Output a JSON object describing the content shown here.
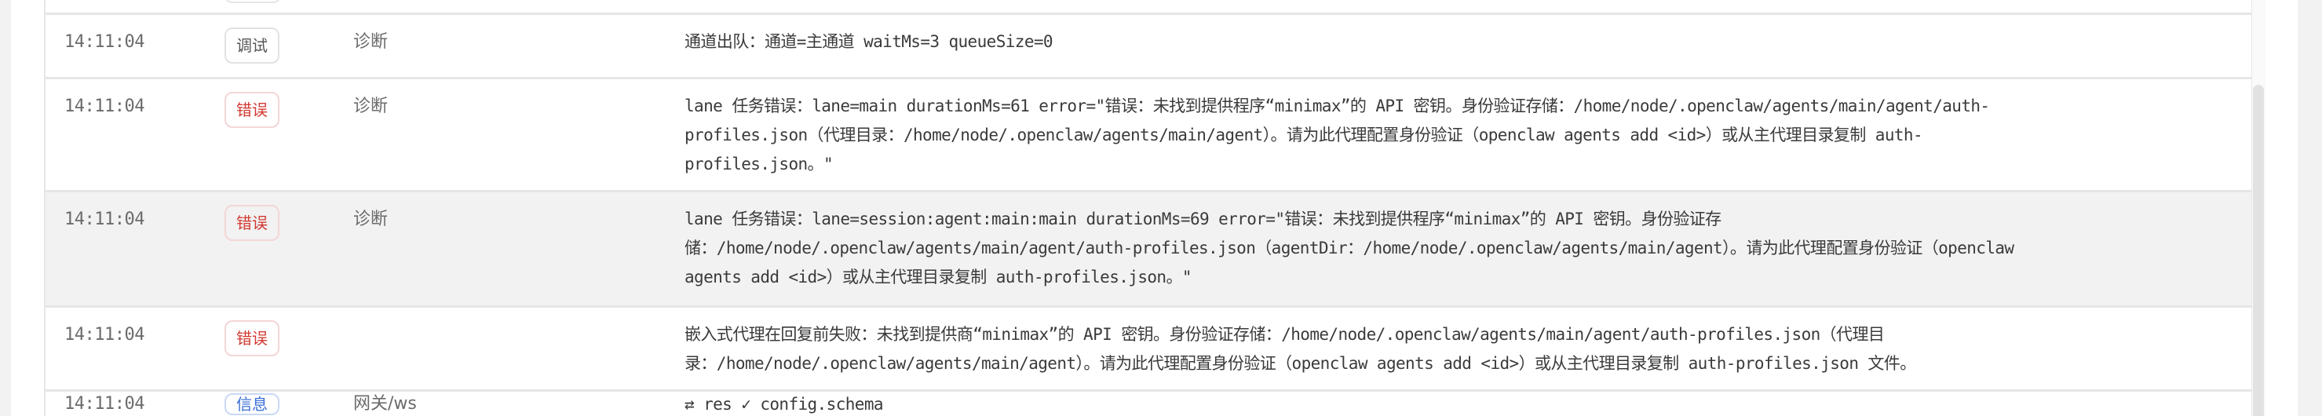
{
  "colors": {
    "error": "#d23a32",
    "debug": "#555555",
    "info": "#3a6fd8",
    "row_alt": "#f2f2f2"
  },
  "logs": [
    {
      "time": "14:11:04",
      "level": "调试",
      "category": "诊断",
      "lines": [
        "通道出队：通道=主通道 waitMs=3 queueSize=0"
      ]
    },
    {
      "time": "14:11:04",
      "level": "错误",
      "category": "诊断",
      "lines": [
        "lane 任务错误：lane=main durationMs=61 error=\"错误：未找到提供程序“minimax”的 API 密钥。身份验证存储：/home/node/.openclaw/agents/main/agent/auth-",
        "profiles.json（代理目录：/home/node/.openclaw/agents/main/agent）。请为此代理配置身份验证（openclaw agents add <id>）或从主代理目录复制 auth-",
        "profiles.json。\""
      ]
    },
    {
      "time": "14:11:04",
      "level": "错误",
      "category": "诊断",
      "lines": [
        "lane 任务错误：lane=session:agent:main:main durationMs=69 error=\"错误：未找到提供程序“minimax”的 API 密钥。身份验证存",
        "储：/home/node/.openclaw/agents/main/agent/auth-profiles.json（agentDir：/home/node/.openclaw/agents/main/agent）。请为此代理配置身份验证（openclaw",
        "agents add <id>）或从主代理目录复制 auth-profiles.json。\""
      ]
    },
    {
      "time": "14:11:04",
      "level": "错误",
      "category": "",
      "lines": [
        "嵌入式代理在回复前失败：未找到提供商“minimax”的 API 密钥。身份验证存储：/home/node/.openclaw/agents/main/agent/auth-profiles.json（代理目",
        "录：/home/node/.openclaw/agents/main/agent）。请为此代理配置身份验证（openclaw agents add <id>）或从主代理目录复制 auth-profiles.json 文件。"
      ]
    },
    {
      "time": "14:11:04",
      "level": "信息",
      "category": "网关/ws",
      "lines": [
        "⇄ res ✓ config.schema"
      ]
    }
  ]
}
